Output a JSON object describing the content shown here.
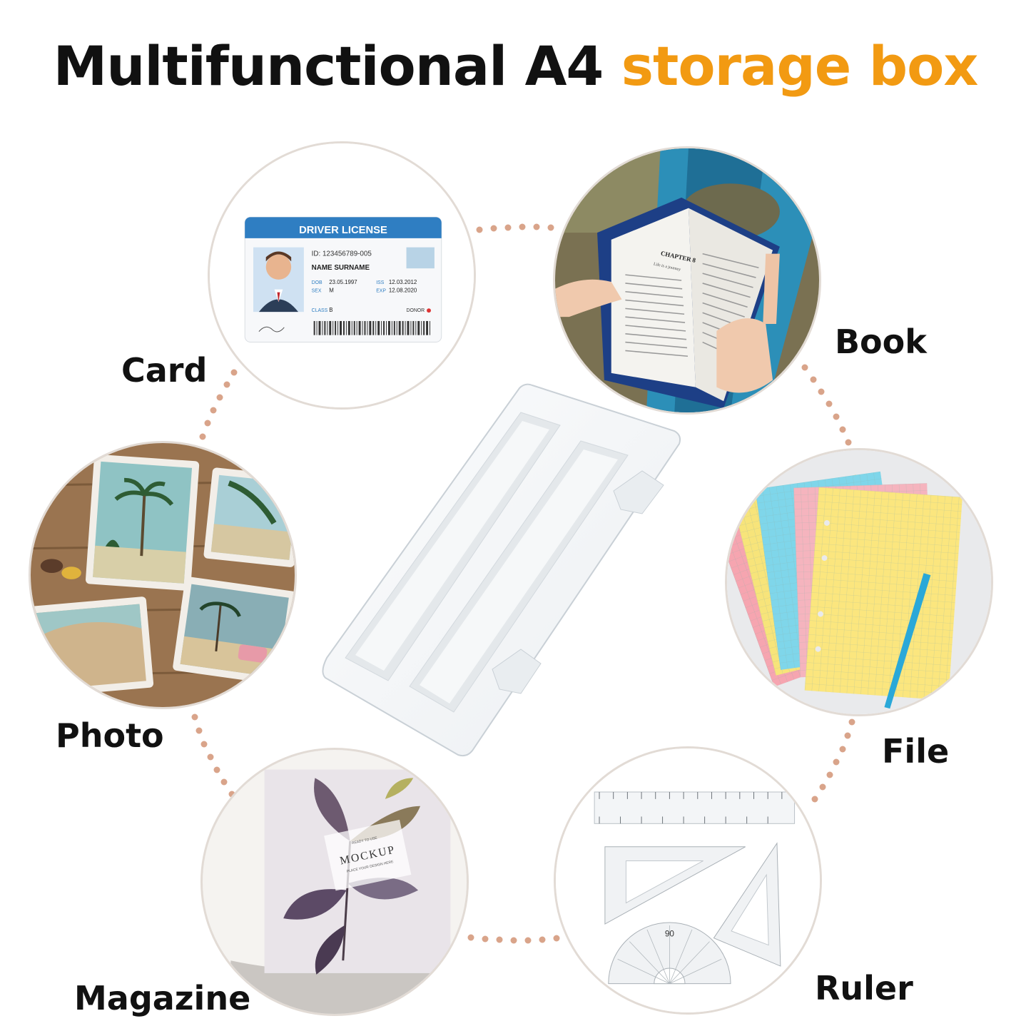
{
  "title": {
    "main": "Multifunctional A4",
    "accent": "storage box"
  },
  "items": [
    {
      "label": "Card"
    },
    {
      "label": "Book"
    },
    {
      "label": "Photo"
    },
    {
      "label": "File"
    },
    {
      "label": "Magazine"
    },
    {
      "label": "Ruler"
    }
  ],
  "card": {
    "header": "DRIVER LICENSE",
    "id": "ID: 123456789-005",
    "name": "NAME SURNAME",
    "dob_label": "DOB",
    "dob": "23.05.1997",
    "sex_label": "SEX",
    "sex": "M",
    "iss_label": "ISS",
    "iss": "12.03.2012",
    "exp_label": "EXP",
    "exp": "12.08.2020",
    "class_label": "CLASS",
    "class": "B",
    "donor": "DONOR"
  },
  "book": {
    "chapter": "CHAPTER 8",
    "subtitle": "Life is a journey"
  },
  "magazine": {
    "mockup": "MOCKUP",
    "tagline": "PLACE YOUR DESIGN HERE",
    "ready": "READY TO USE"
  },
  "ruler": {
    "protractor_mark": "90"
  },
  "colors": {
    "accent": "#f29a12",
    "dots": "#d9a48a",
    "card_blue": "#2f7ec2"
  }
}
